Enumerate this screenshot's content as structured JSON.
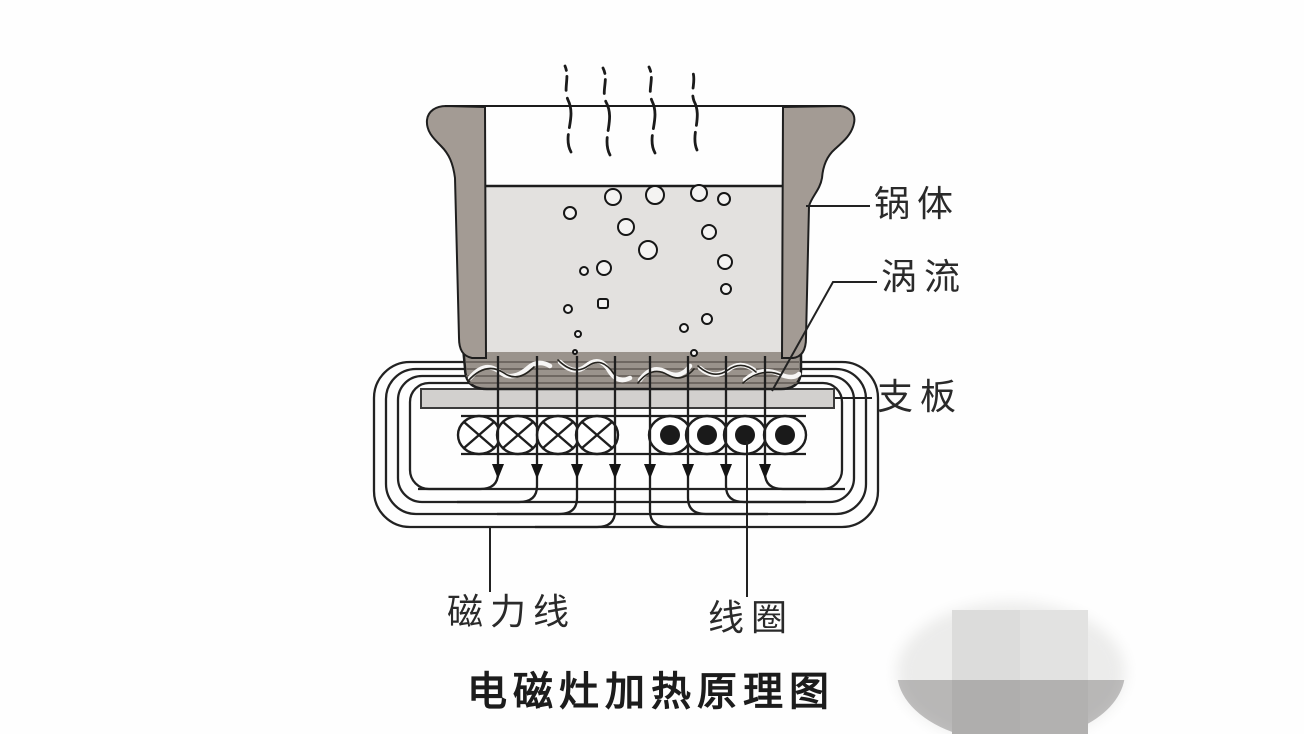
{
  "diagram": {
    "title": "电磁灶加热原理图",
    "labels": {
      "pot_body": "锅体",
      "eddy_current": "涡流",
      "support_plate": "支板",
      "magnetic_lines": "磁力线",
      "coil": "线圈"
    },
    "colors": {
      "ink": "#222222",
      "pot_wall": "#a39b94",
      "pot_bottom": "#9a938c",
      "water": "#e3e1df",
      "support_plate": "#d2d0ce",
      "background": "#fefefe"
    },
    "coils": {
      "left_count": 4,
      "left_symbol": "cross",
      "right_count": 4,
      "right_symbol": "dot"
    },
    "field_loop_count": 4,
    "field_arrow_count": 8,
    "steam_line_count": 4
  }
}
